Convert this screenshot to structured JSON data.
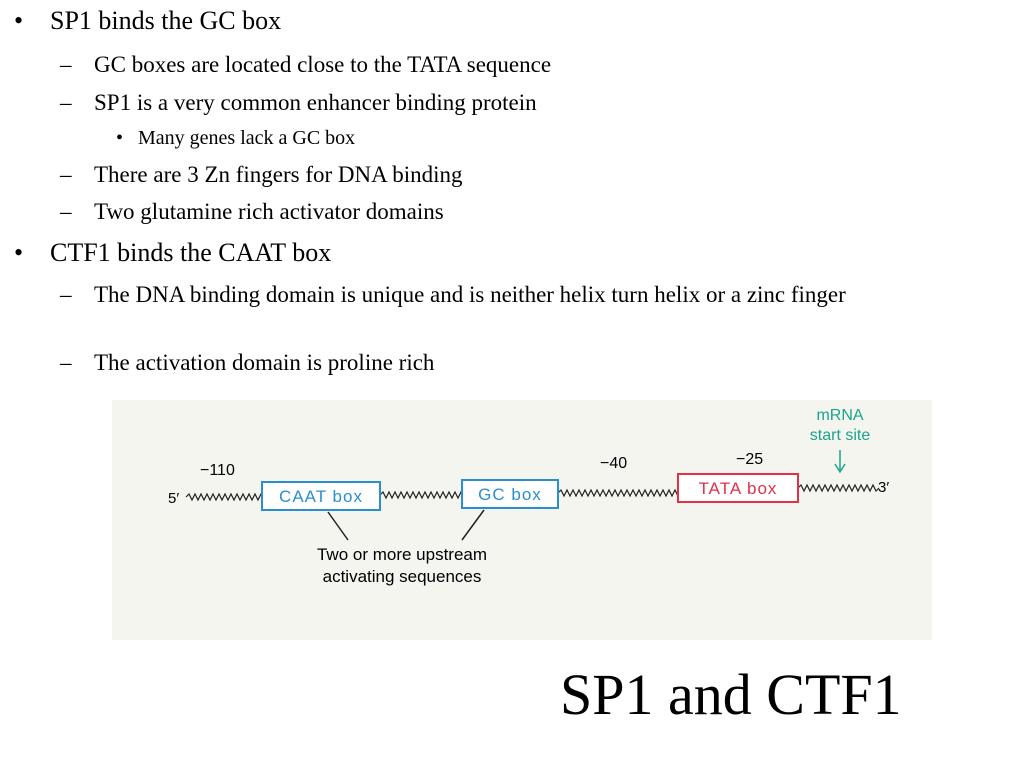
{
  "bullets": {
    "b1": "SP1 binds the GC box",
    "b1_1": "GC boxes are located close to the TATA sequence",
    "b1_2": "SP1 is a very common enhancer binding protein",
    "b1_2_1": "Many genes lack a GC box",
    "b1_3": "There are 3 Zn fingers for DNA binding",
    "b1_4": "Two glutamine rich activator domains",
    "b2": "CTF1 binds the CAAT box",
    "b2_1": "The DNA binding domain is unique and is neither helix turn helix or a zinc finger",
    "b2_2": "The activation domain is proline rich"
  },
  "markers": {
    "bullet": "•",
    "dash": "–",
    "small_bullet": "•"
  },
  "diagram": {
    "five_prime": "5′",
    "three_prime": "3′",
    "caat_pos": "−110",
    "gc_pos": "−40",
    "tata_pos": "−25",
    "caat_box": "CAAT box",
    "gc_box": "GC box",
    "tata_box": "TATA box",
    "mrna_line1": "mRNA",
    "mrna_line2": "start site",
    "upstream_line1": "Two or more upstream",
    "upstream_line2": "activating sequences",
    "colors": {
      "blue_box": "#2a8fd0",
      "tata_box": "#e0304a",
      "teal_label": "#1aa58a"
    }
  },
  "slide": {
    "title": "SP1 and CTF1"
  }
}
